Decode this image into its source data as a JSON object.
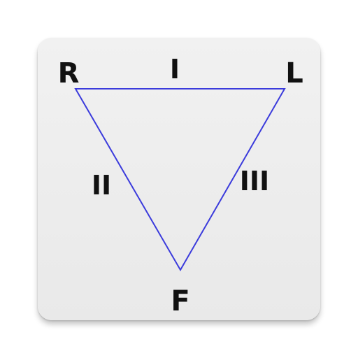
{
  "diagram": {
    "vertices": {
      "top_left": "R",
      "top_right": "L",
      "bottom": "F"
    },
    "sides": {
      "top": "I",
      "left": "II",
      "right": "III"
    },
    "colors": {
      "triangle_stroke": "#3b3bdc",
      "background": "#ececec",
      "text": "#111111"
    }
  }
}
